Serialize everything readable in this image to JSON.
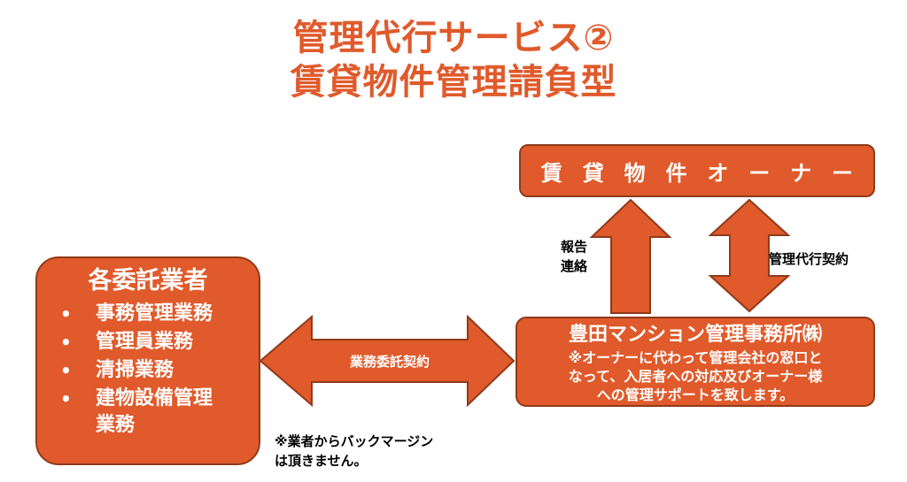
{
  "colors": {
    "accent": "#e05a2b",
    "title": "#e05a2b",
    "border": "#8f3a1a"
  },
  "title": {
    "line1": "管理代行サービス②",
    "line2": "賃貸物件管理請負型"
  },
  "owner_box": {
    "chars": [
      "賃",
      "貸",
      "物",
      "件",
      "オ",
      "ー",
      "ナ",
      "ー"
    ]
  },
  "contractors_box": {
    "heading": "各委託業者",
    "bullet": "•",
    "items": [
      {
        "lines": [
          "事務管理業務"
        ]
      },
      {
        "lines": [
          "管理員業務"
        ]
      },
      {
        "lines": [
          "清掃業務"
        ]
      },
      {
        "lines": [
          "建物設備管理",
          "業務"
        ]
      }
    ]
  },
  "office_box": {
    "name": "豊田マンション管理事務所㈱",
    "desc": [
      "※オーナーに代わって管理会社の窓口と",
      "なって、入居者への対応及びオーナー様",
      "への管理サポートを致します。"
    ]
  },
  "labels": {
    "report": [
      "報告",
      "連絡"
    ],
    "mgmt_contract": "管理代行契約",
    "business_contract": "業務委託契約",
    "no_margin": [
      "※業者からバックマージン",
      "は頂きません。"
    ]
  }
}
